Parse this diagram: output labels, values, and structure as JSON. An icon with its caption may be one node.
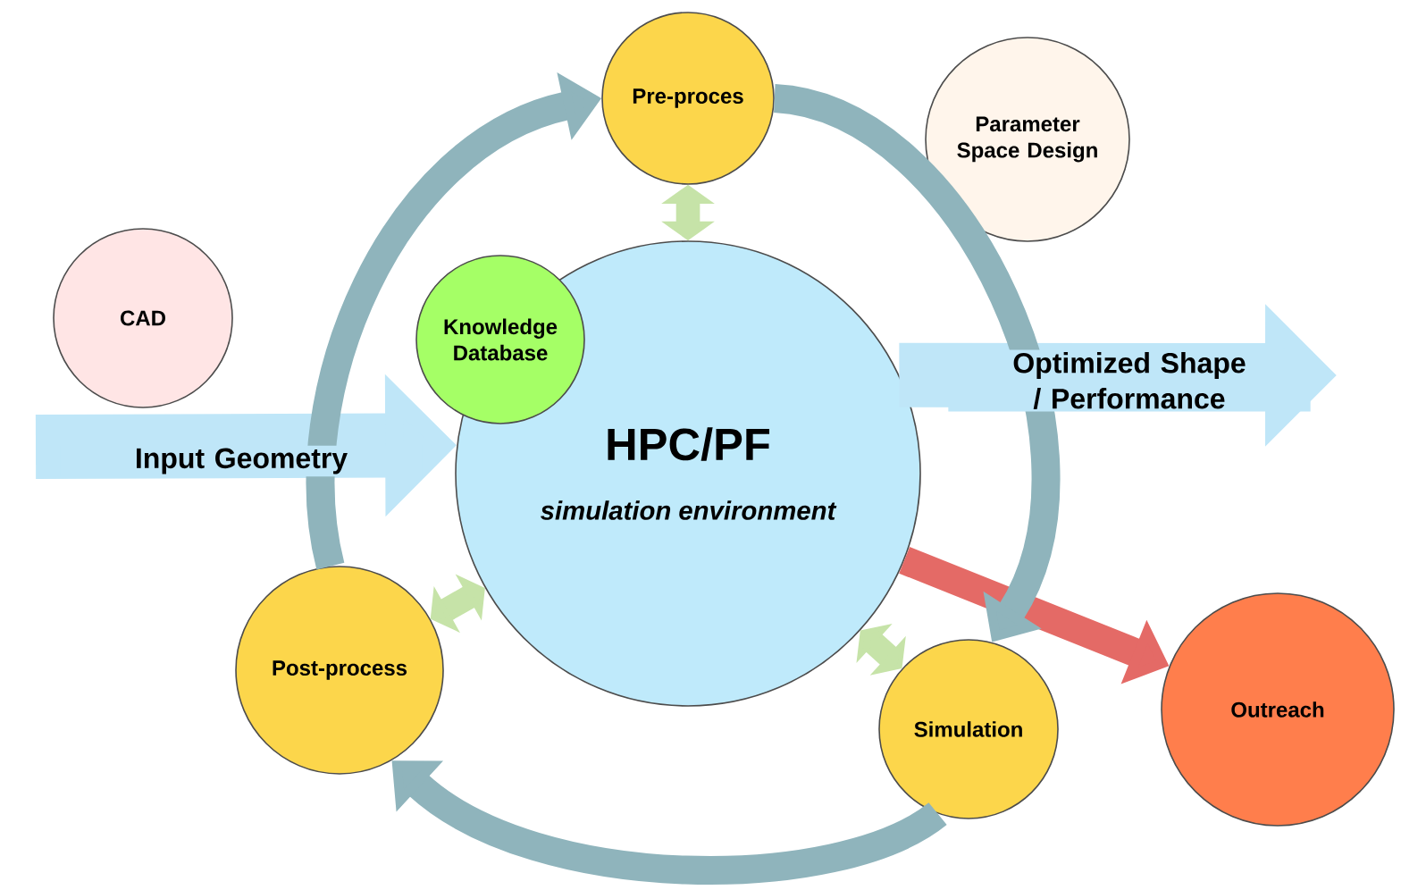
{
  "diagram": {
    "nodes": [
      {
        "text": [
          "CAD"
        ]
      },
      {
        "text": [
          "Pre-proces"
        ]
      },
      {
        "text": [
          "Parameter Space Design"
        ]
      },
      {
        "text": [
          "HPC/PF",
          "simulation environment"
        ]
      },
      {
        "text": [
          "Knowledge Database"
        ]
      },
      {
        "text": [
          "Post-process"
        ]
      },
      {
        "text": [
          "Simulation"
        ]
      },
      {
        "text": [
          "Outreach"
        ]
      }
    ],
    "edges": [
      {
        "from": null,
        "to": 3,
        "arrow": "to",
        "label": "Input Geometry",
        "style": "thick",
        "color": "#bfe6f8"
      },
      {
        "from": 3,
        "to": null,
        "arrow": "to",
        "label": "Optimized Shape / Performance",
        "style": "thick",
        "color": "#bfe6f8"
      },
      {
        "from": 1,
        "to": 3,
        "arrow": "both",
        "color": "#c6e3a8"
      },
      {
        "from": 5,
        "to": 3,
        "arrow": "both",
        "color": "#c6e3a8"
      },
      {
        "from": 6,
        "to": 3,
        "arrow": "both",
        "color": "#c6e3a8"
      },
      {
        "from": 3,
        "to": 7,
        "arrow": "to",
        "color": "#e46a66"
      },
      {
        "from": 5,
        "to": 1,
        "arrow": "to"
      },
      {
        "from": 1,
        "to": 6,
        "arrow": "to"
      },
      {
        "from": 6,
        "to": 5,
        "arrow": "to"
      }
    ]
  }
}
